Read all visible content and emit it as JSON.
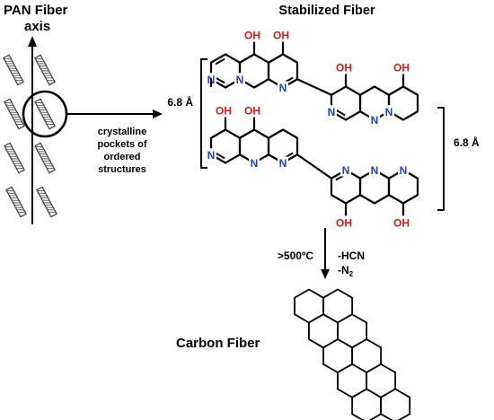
{
  "labels": {
    "pan_fiber": "PAN Fiber",
    "axis": "axis",
    "stabilized_fiber": "Stabilized Fiber",
    "pockets_line1": "crystalline",
    "pockets_line2": "pockets of",
    "pockets_line3": "ordered",
    "pockets_line4": "structures",
    "spacing_left": "6.8 Å",
    "spacing_right": "6.8 Å",
    "temperature": ">500ºC",
    "loss_hcn": "-HCN",
    "loss_n2": "-N",
    "loss_n2_sub": "2",
    "carbon_fiber": "Carbon Fiber"
  },
  "atoms": {
    "nitrogen": "N",
    "hydroxyl": "OH"
  },
  "colors": {
    "nitrogen": "#1f3fc8",
    "hydroxyl": "#c8201f",
    "line": "#000000"
  }
}
